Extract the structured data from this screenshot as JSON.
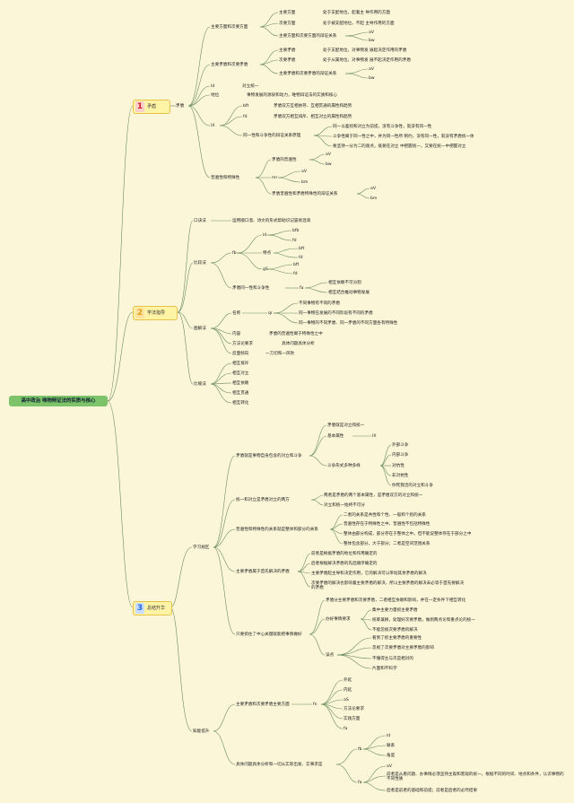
{
  "root": "高中政治 唯物辩证法的实质与核心",
  "badges": {
    "b1": {
      "num": "1",
      "label": "矛盾"
    },
    "b2": {
      "num": "2",
      "label": "学法指导"
    },
    "b3": {
      "num": "3",
      "label": "总结升华"
    }
  },
  "s1": {
    "jcl": "矛盾",
    "g1": {
      "title": "主要方面和次要方面",
      "a": "主要方面",
      "a_d": "处于支配地位，起着主 导作用的方面",
      "b": "次要方面",
      "b_d": "处于被支配地位，不起 主导作用的方面",
      "c": "主要方面和次要方面的辩证关系",
      "c1": "aV",
      "c2": "bw"
    },
    "g2": {
      "title": "主要矛盾和次要矛盾",
      "a": "主要矛盾",
      "a_d": "处于支配地位，对事物发 展起决定作用的矛盾",
      "b": "次要矛盾",
      "b_d": "处于从属地位，对事物发 展不起决定作用的矛盾",
      "c": "主要矛盾和次要矛盾的辩证关系",
      "c1": "aV",
      "c2": "bw"
    },
    "id": {
      "k": "Id",
      "v": "对立统一"
    },
    "dw": {
      "k": "地位",
      "v": "事物发展的源泉和动力，唯物辩证法的实质和核心"
    },
    "ix": {
      "k": "IX",
      "m": "bft",
      "m_d": "矛盾双方互相依存、互相贯通的属性和趋势",
      "n": "fd",
      "n_d": "矛盾双方相互排斥、相互对立的属性和趋势",
      "p": "同一性和斗争性的辩证关系原理",
      "p1": "同一以差别和对立为前提，没有斗争性，就没有同一性",
      "p2": "斗争性寓于同一性之中，并为同一性所 制约，没有同一性，就没有矛盾统一体",
      "p3": "要坚持一分为二的观点，既要在对立 中把握统一，又要在统一中把握对立"
    },
    "pb": {
      "title": "普遍性和特殊性",
      "a": "矛盾的普遍性",
      "a1": "aV",
      "a2": "bw",
      "b": "mr",
      "b1": "aV",
      "b2": "bm",
      "c": "矛盾普遍性和矛盾特殊性的辩证关系",
      "c1": "aV",
      "c2": "bm"
    }
  },
  "s2": {
    "kjf": {
      "k": "口诀法",
      "v": "运用顺口溜、诗文的形式帮助识记容易混淆"
    },
    "bjf": {
      "k": "比较法",
      "fb": "fb",
      "ld": "ld",
      "ld1": "bfb",
      "ld2": "fd",
      "td": "特点",
      "td1": "bft",
      "td2": "fd",
      "gs": "gS",
      "gs1": "bft",
      "gs2": "fd",
      "mq": "矛盾同一性和斗争性",
      "fa": "fa",
      "fa1": "相互依赖不可分割",
      "fa2": "相互结合推动事物发展"
    },
    "tzf": {
      "k": "图解法",
      "mc": "名称",
      "qr": "qr",
      "mc1": "不同事物有不同的矛盾",
      "mc2": "同一事物在发展的不同阶段有不同的矛盾",
      "mc3": "同一事物的不同矛盾、同一矛盾的不同方面各有特殊性",
      "nr": "内容",
      "nr_d": "矛盾的普遍性寓于特殊性之中",
      "ff": "方法论要求",
      "ff_d": "具体问题具体分析",
      "fm": "反面倾向",
      "fm_d": "一刀切和一风吹"
    },
    "ydf": {
      "k": "比喻法",
      "i1": "相互排斥",
      "i2": "相互对立",
      "i3": "相互依赖",
      "i4": "相互贯通",
      "i5": "相互转化"
    }
  },
  "s3": {
    "xx": {
      "k": "学习规区",
      "g1": {
        "k": "矛盾就是事物自身包含的对立和斗争",
        "a": "矛盾就是对立和统一",
        "b": "基本属性",
        "b_v": "IX",
        "c": "斗争形式多种多样",
        "c1": "外部斗争",
        "c2": "内部斗争",
        "c3": "对抗性",
        "c4": "非对抗性",
        "c5": "你死我活的对立和斗争"
      },
      "g2": {
        "k": "统一和对立是矛盾对立的两方",
        "a": "两者是矛盾的两个基本属性，是矛盾双方的对立和统一",
        "b": "对立和统一始终不可分"
      },
      "g3": {
        "k": "普遍性和特殊性的关系就是整体和部分的关系",
        "a": "二者的关系是共性和个性、一般和个别的关系",
        "b": "普遍性存在于特殊性之中，普遍性不包括特殊性",
        "c": "整体由部分构成，部分存在于整体之中。但不能说整体存在于部分之中",
        "d": "整体包含部分，大于部分；二者是空间范围关系"
      },
      "g4": {
        "k": "主要矛盾属于首先解决的矛盾",
        "a": "前者是根据矛盾的地位和作用确定的",
        "b": "后者根据解决矛盾的先后顺序确定的",
        "c": "主要矛盾起主导和决定作用，它的解决可以带动其余矛盾的解决",
        "d": "次要矛盾的解决也影响着主要矛盾的解决，所以主要矛盾的解决未必等于首先要解决的矛盾"
      },
      "g5": {
        "k": "只要抓住了中心关键就能把事情做好",
        "a": "矛盾分主要矛盾和次要矛盾，二者相互依赖和影响，并在一定条件下相互转化",
        "b": "办好事情要求",
        "b1": "集中主要力量抓主要矛盾",
        "b2": "统筹兼顾，处理好次要矛盾，做到两点论和重点论的统一",
        "b3": "不能忽视次要矛盾的解决",
        "c": "误点",
        "c1": "看到了抓主要矛盾的重要性",
        "c2": "忽视了次要矛盾对主要矛盾的影响",
        "c3": "不懂得主与次是相对的",
        "c4": "片面和不科学"
      }
    },
    "zs": {
      "k": "知能提升",
      "g1": {
        "k": "主要矛盾和次要矛盾主要方面",
        "fn": "fn",
        "i1": "外延",
        "i2": "内延",
        "i3": "aS",
        "i4": "方法论要求",
        "i5": "实践方面",
        "i6": "fa"
      },
      "g2": {
        "k": "具体问题具体分析和一切从实际出发、实事求是",
        "fb": "fb",
        "fb1": "ld",
        "fb2": "联系",
        "fb3": "角度",
        "fa": "fa",
        "fa1": "aV",
        "fa2": "前者是从看问题、办事情必须坚持主观和客观的统一，根据不同的时间、地点和条件，认识事物的不同性质",
        "fa3": "后者是前者的基础和前提；前者是后者的必然结果"
      }
    }
  }
}
